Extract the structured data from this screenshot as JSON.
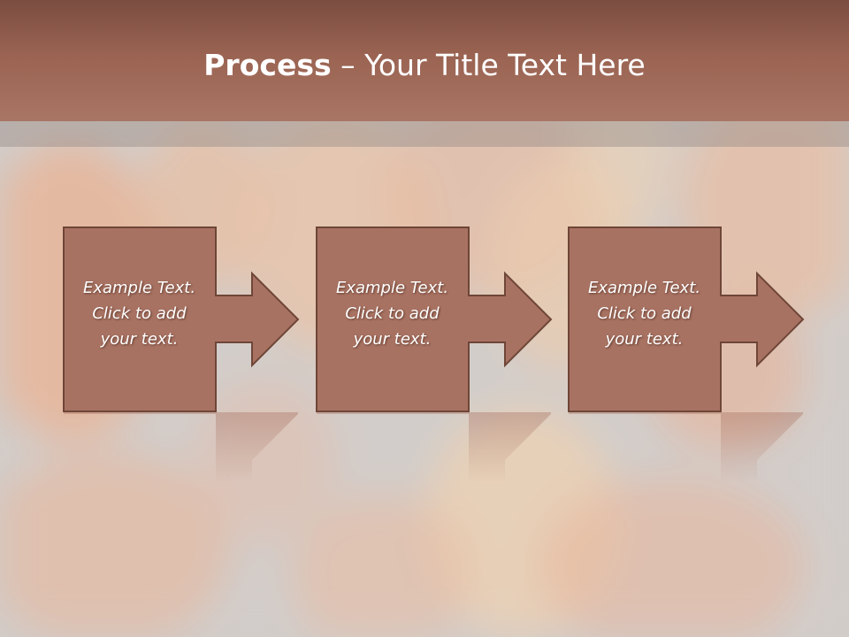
{
  "slide": {
    "title_bold": "Process",
    "title_rest": " – Your Title Text Here",
    "steps": [
      {
        "lines": [
          "Example Text.",
          "Click  to add",
          "your text."
        ]
      },
      {
        "lines": [
          "Example Text.",
          "Click  to add",
          "your text."
        ]
      },
      {
        "lines": [
          "Example Text.",
          "Click  to add",
          "your text."
        ]
      }
    ]
  },
  "colors": {
    "title_bar": "#9a6352",
    "box_fill": "#a87262",
    "box_stroke": "#6e4638",
    "text": "#ffffff"
  },
  "icons": [
    "arrow-right-icon"
  ]
}
